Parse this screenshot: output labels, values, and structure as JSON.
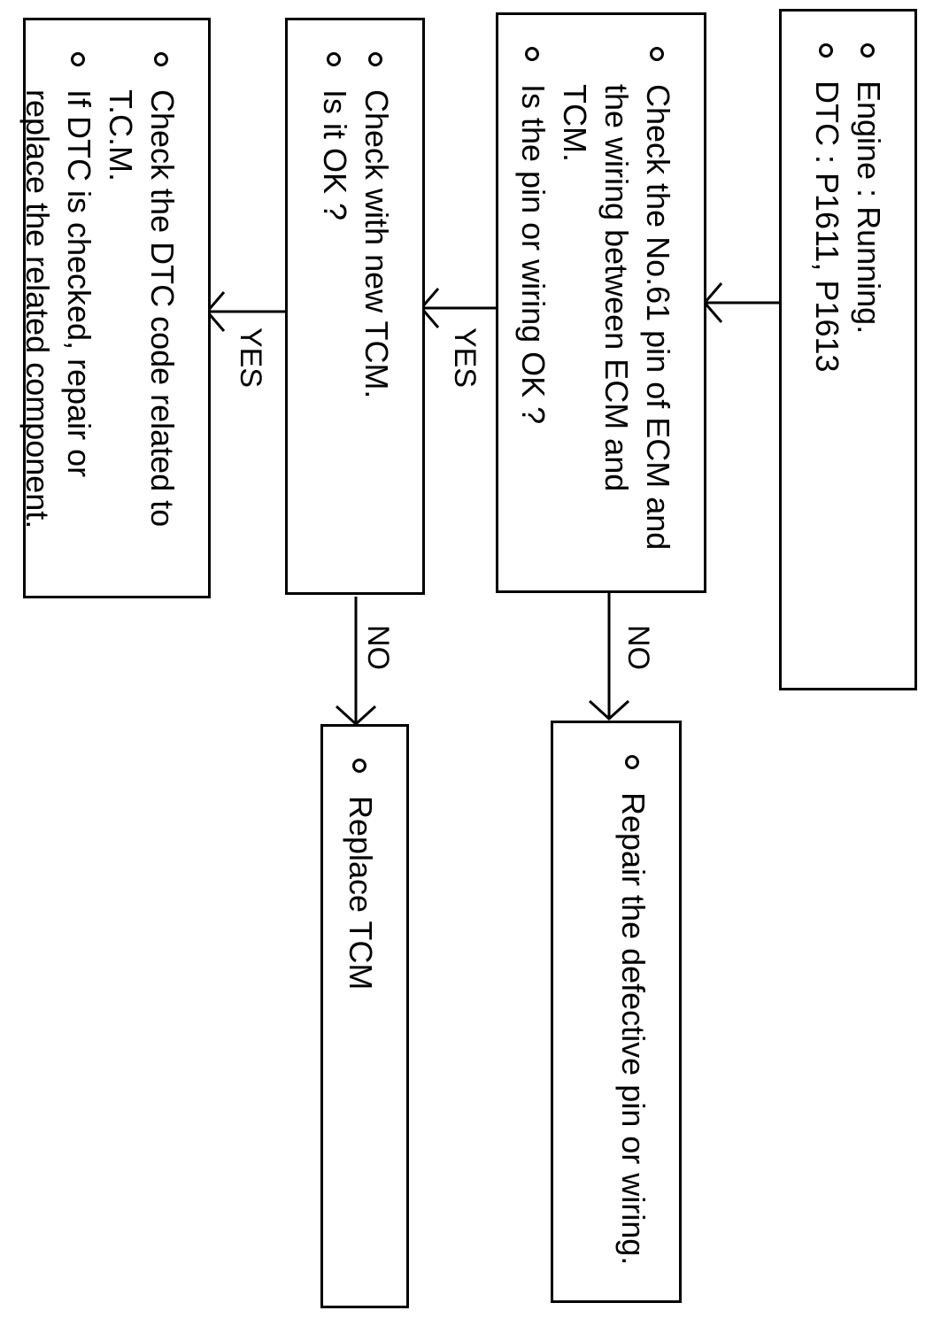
{
  "boxes": {
    "start": {
      "lines": [
        "Engine : Running.",
        "DTC : P1611, P1613"
      ]
    },
    "check_pin": {
      "lines": [
        "Check the No.61 pin of ECM and the wiring between ECM and TCM.",
        "Is the pin or wiring OK ?"
      ]
    },
    "new_tcm": {
      "lines": [
        "Check with new TCM.",
        "Is it OK ?"
      ]
    },
    "dtc_related": {
      "lines": [
        "Check the DTC code related to T.C.M.",
        "If DTC is checked, repair or replace the related component."
      ]
    },
    "repair": {
      "lines": [
        "Repair the defective pin or wiring."
      ]
    },
    "replace": {
      "lines": [
        "Replace TCM"
      ]
    }
  },
  "labels": {
    "yes_1": "YES",
    "yes_2": "YES",
    "no_1": "NO",
    "no_2": "NO"
  },
  "colors": {
    "stroke": "#000000",
    "background": "#ffffff"
  }
}
